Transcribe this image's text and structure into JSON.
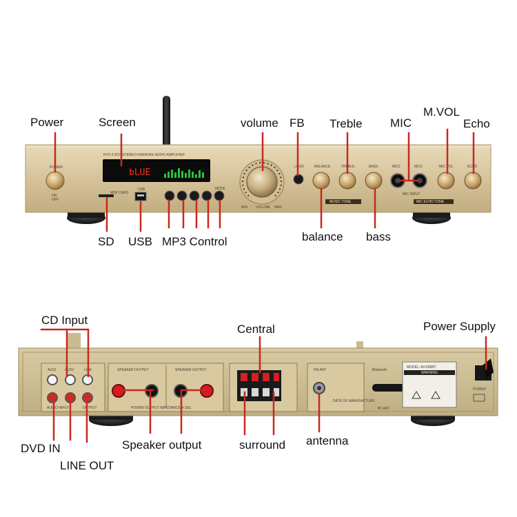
{
  "front_panel": {
    "model_text": "Hi Fi 5.0CH STEREO KARAOKE AUDIO AMPLIFIER",
    "display_text": "bLUE",
    "power_marks": [
      "POWER",
      "ON",
      "OFF"
    ],
    "sd_mark": "MINI CARD",
    "usb_mark": "USB",
    "mode_mark": "MODE",
    "volume_marks": [
      "MIN",
      "VOLUME",
      "MAX"
    ],
    "loud_mark": "LOUD",
    "tone_knob_marks": [
      "BALANCE",
      "TREBLE",
      "BASS"
    ],
    "music_tone_mark": "MUSIC TONE",
    "mic_jack_marks": [
      "MIC1",
      "MIC2"
    ],
    "mic_input_mark": "MIC INPUT",
    "mic_knob_marks": [
      "MIC VOL",
      "ECHO"
    ],
    "mic_echo_tone_mark": "MIC ECHO TONE"
  },
  "rear_panel": {
    "input_marks": [
      "AUX1",
      "AUX2",
      "LINE"
    ],
    "audio_input_mark": "AUDIO INPUT",
    "output_mark": "OUTPUT",
    "speaker_output_marks": [
      "SPEAKER OUTPUT",
      "SPEAKER OUTPUT"
    ],
    "impedance_mark": "POWER OUTPUT IMPEDANCE 4-16Ω",
    "fm_ant_mark": "FM ANT",
    "date_mark": "DATE OF MANUFACTURE",
    "bluetooth_mark": "Bluetooth",
    "bt_ant_mark": "BT ANT",
    "model_plate": "MODEL: AV-608BT",
    "warning_mark": "WARNING",
    "power_mark": "POWER"
  },
  "labels": {
    "power": "Power",
    "screen": "Screen",
    "volume": "volume",
    "fb": "FB",
    "treble": "Treble",
    "mic": "MIC",
    "mvol": "M.VOL",
    "echo": "Echo",
    "sd": "SD",
    "usb": "USB",
    "mp3_control": "MP3 Control",
    "balance": "balance",
    "bass": "bass",
    "cd_input": "CD Input",
    "central": "Central",
    "power_supply": "Power Supply",
    "dvd_in": "DVD IN",
    "line_out": "LINE OUT",
    "speaker_output": "Speaker output",
    "surround": "surround",
    "antenna": "antenna"
  },
  "colors": {
    "panel_gold": "#d9c7a0",
    "rear_gold": "#ccbd94",
    "label_line": "#c8281e",
    "display_red": "#ff2a1a",
    "display_green": "#29c23a"
  }
}
